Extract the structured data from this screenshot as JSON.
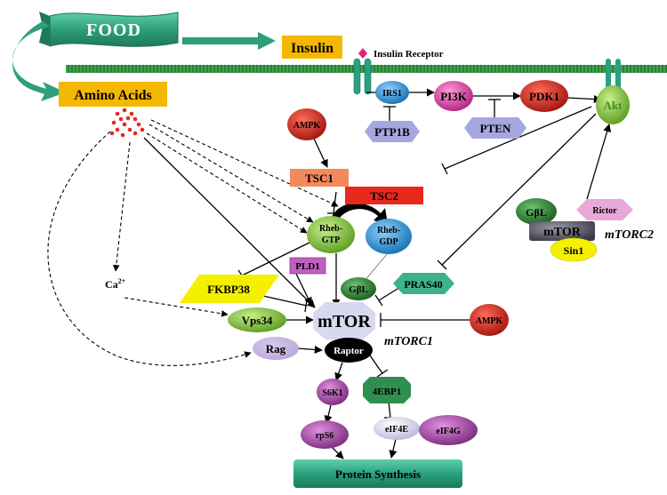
{
  "nodes": {
    "food": "FOOD",
    "insulin": "Insulin",
    "insulin_receptor": "Insulin Receptor",
    "amino_acids": "Amino Acids",
    "irs1": "IRS1",
    "pi3k": "PI3K",
    "pdk1": "PDK1",
    "akt": "Akt",
    "ptp1b": "PTP1B",
    "pten": "PTEN",
    "ampk_top": "AMPK",
    "tsc1": "TSC1",
    "tsc2": "TSC2",
    "rheb_gtp_line1": "Rheb-",
    "rheb_gtp_line2": "GTP",
    "rheb_gdp_line1": "Rheb-",
    "rheb_gdp_line2": "GDP",
    "pld1": "PLD1",
    "fkbp38": "FKBP38",
    "ca": "Ca",
    "ca_sup": "2+",
    "gbl_mtorc1": "GβL",
    "pras40": "PRAS40",
    "vps34": "Vps34",
    "mtor_c1": "mTOR",
    "ampk_right": "AMPK",
    "mtorc1_label": "mTORC1",
    "rag": "Rag",
    "raptor": "Raptor",
    "s6k1": "S6K1",
    "ebp1": "4EBP1",
    "rps6": "rpS6",
    "eif4e": "eIF4E",
    "eif4g": "eIF4G",
    "protein_synthesis": "Protein Synthesis",
    "gbl_mtorc2": "GβL",
    "rictor": "Rictor",
    "mtor_c2": "mTOR",
    "sin1": "Sin1",
    "mtorc2_label": "mTORC2"
  },
  "colors": {
    "food": "#2e9e7c",
    "membrane": "#3fa34d",
    "yellow_box": "#f5b800",
    "irs1": "#1f8fcf",
    "pi3k": "#d63aa3",
    "pdk1": "#d41e1e",
    "akt": "#7bc043",
    "ptp1b": "#a6a6e0",
    "ampk": "#c0281c",
    "tsc1": "#f28a5c",
    "tsc2": "#e8281c",
    "rheb_gtp": "#9acd32",
    "rheb_gdp": "#29a3dd",
    "pld1": "#c060c0",
    "fkbp38": "#f5f000",
    "gbl": "#2f7d32",
    "pras40": "#3cb38a",
    "vps34": "#5cc04a",
    "mtor": "#d8d8ee",
    "rag": "#b89ad8",
    "raptor": "#000000",
    "s6k1": "#a844a8",
    "ebp1": "#2f8f4f",
    "rps6": "#a8508f",
    "eif4e": "#d8d8ee",
    "eif4g": "#a844a8",
    "protein_synthesis": "#2aa07e",
    "rictor": "#e8a8d8",
    "mtor_c2": "#555566",
    "sin1": "#f5f000"
  }
}
